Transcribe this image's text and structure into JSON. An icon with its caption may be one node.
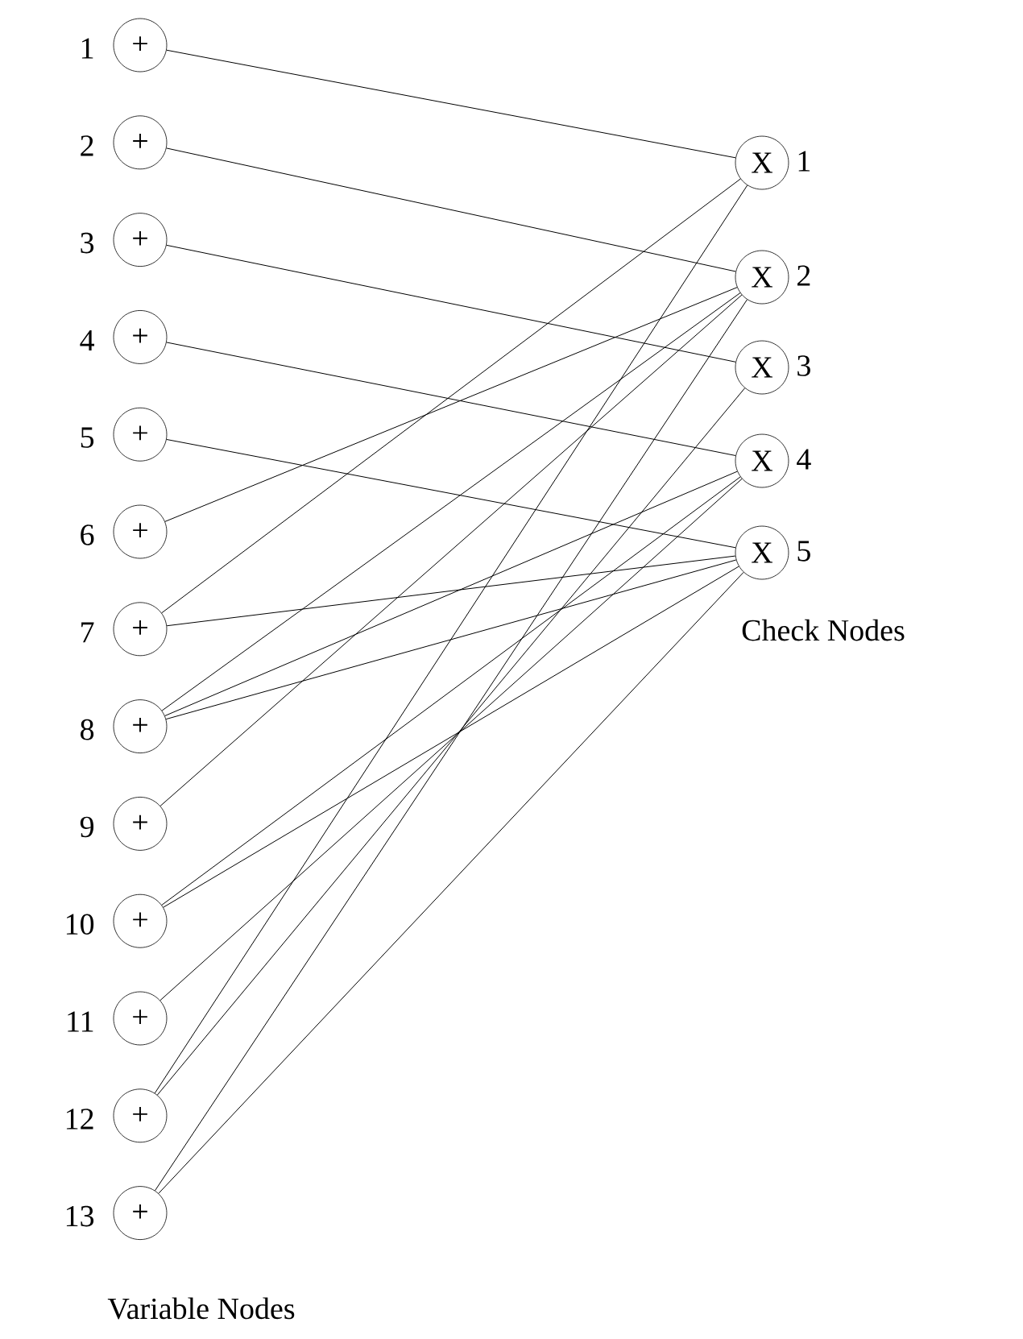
{
  "diagram": {
    "nodes": [
      {
        "text": [
          "+"
        ],
        "beside": [
          "1"
        ]
      },
      {
        "text": [
          "+"
        ],
        "beside": [
          "2"
        ]
      },
      {
        "text": [
          "+"
        ],
        "beside": [
          "3"
        ]
      },
      {
        "text": [
          "+"
        ],
        "beside": [
          "4"
        ]
      },
      {
        "text": [
          "+"
        ],
        "beside": [
          "5"
        ]
      },
      {
        "text": [
          "+"
        ],
        "beside": [
          "6"
        ]
      },
      {
        "text": [
          "+"
        ],
        "beside": [
          "7"
        ]
      },
      {
        "text": [
          "+"
        ],
        "beside": [
          "8"
        ]
      },
      {
        "text": [
          "+"
        ],
        "beside": [
          "9"
        ]
      },
      {
        "text": [
          "+"
        ],
        "beside": [
          "10"
        ]
      },
      {
        "text": [
          "+"
        ],
        "beside": [
          "11"
        ]
      },
      {
        "text": [
          "+"
        ],
        "beside": [
          "12"
        ]
      },
      {
        "text": [
          "+"
        ],
        "beside": [
          "13"
        ]
      },
      {
        "text": [
          "X"
        ],
        "beside": [
          "1"
        ]
      },
      {
        "text": [
          "X"
        ],
        "beside": [
          "2"
        ]
      },
      {
        "text": [
          "X"
        ],
        "beside": [
          "3"
        ]
      },
      {
        "text": [
          "X"
        ],
        "beside": [
          "4"
        ]
      },
      {
        "text": [
          "X"
        ],
        "beside": [
          "5"
        ]
      }
    ],
    "edges": [
      {
        "from": 0,
        "to": 13,
        "arrow": "none"
      },
      {
        "from": 1,
        "to": 14,
        "arrow": "none"
      },
      {
        "from": 2,
        "to": 15,
        "arrow": "none"
      },
      {
        "from": 3,
        "to": 16,
        "arrow": "none"
      },
      {
        "from": 4,
        "to": 17,
        "arrow": "none"
      },
      {
        "from": 5,
        "to": 14,
        "arrow": "none"
      },
      {
        "from": 6,
        "to": 13,
        "arrow": "none"
      },
      {
        "from": 6,
        "to": 17,
        "arrow": "none"
      },
      {
        "from": 7,
        "to": 14,
        "arrow": "none"
      },
      {
        "from": 7,
        "to": 16,
        "arrow": "none"
      },
      {
        "from": 7,
        "to": 17,
        "arrow": "none"
      },
      {
        "from": 8,
        "to": 14,
        "arrow": "none"
      },
      {
        "from": 9,
        "to": 16,
        "arrow": "none"
      },
      {
        "from": 9,
        "to": 17,
        "arrow": "none"
      },
      {
        "from": 10,
        "to": 16,
        "arrow": "none"
      },
      {
        "from": 11,
        "to": 13,
        "arrow": "none"
      },
      {
        "from": 11,
        "to": 15,
        "arrow": "none"
      },
      {
        "from": 12,
        "to": 14,
        "arrow": "none"
      },
      {
        "from": 12,
        "to": 17,
        "arrow": "none"
      }
    ],
    "labels": [
      "Check Nodes",
      "Variable Nodes"
    ]
  }
}
